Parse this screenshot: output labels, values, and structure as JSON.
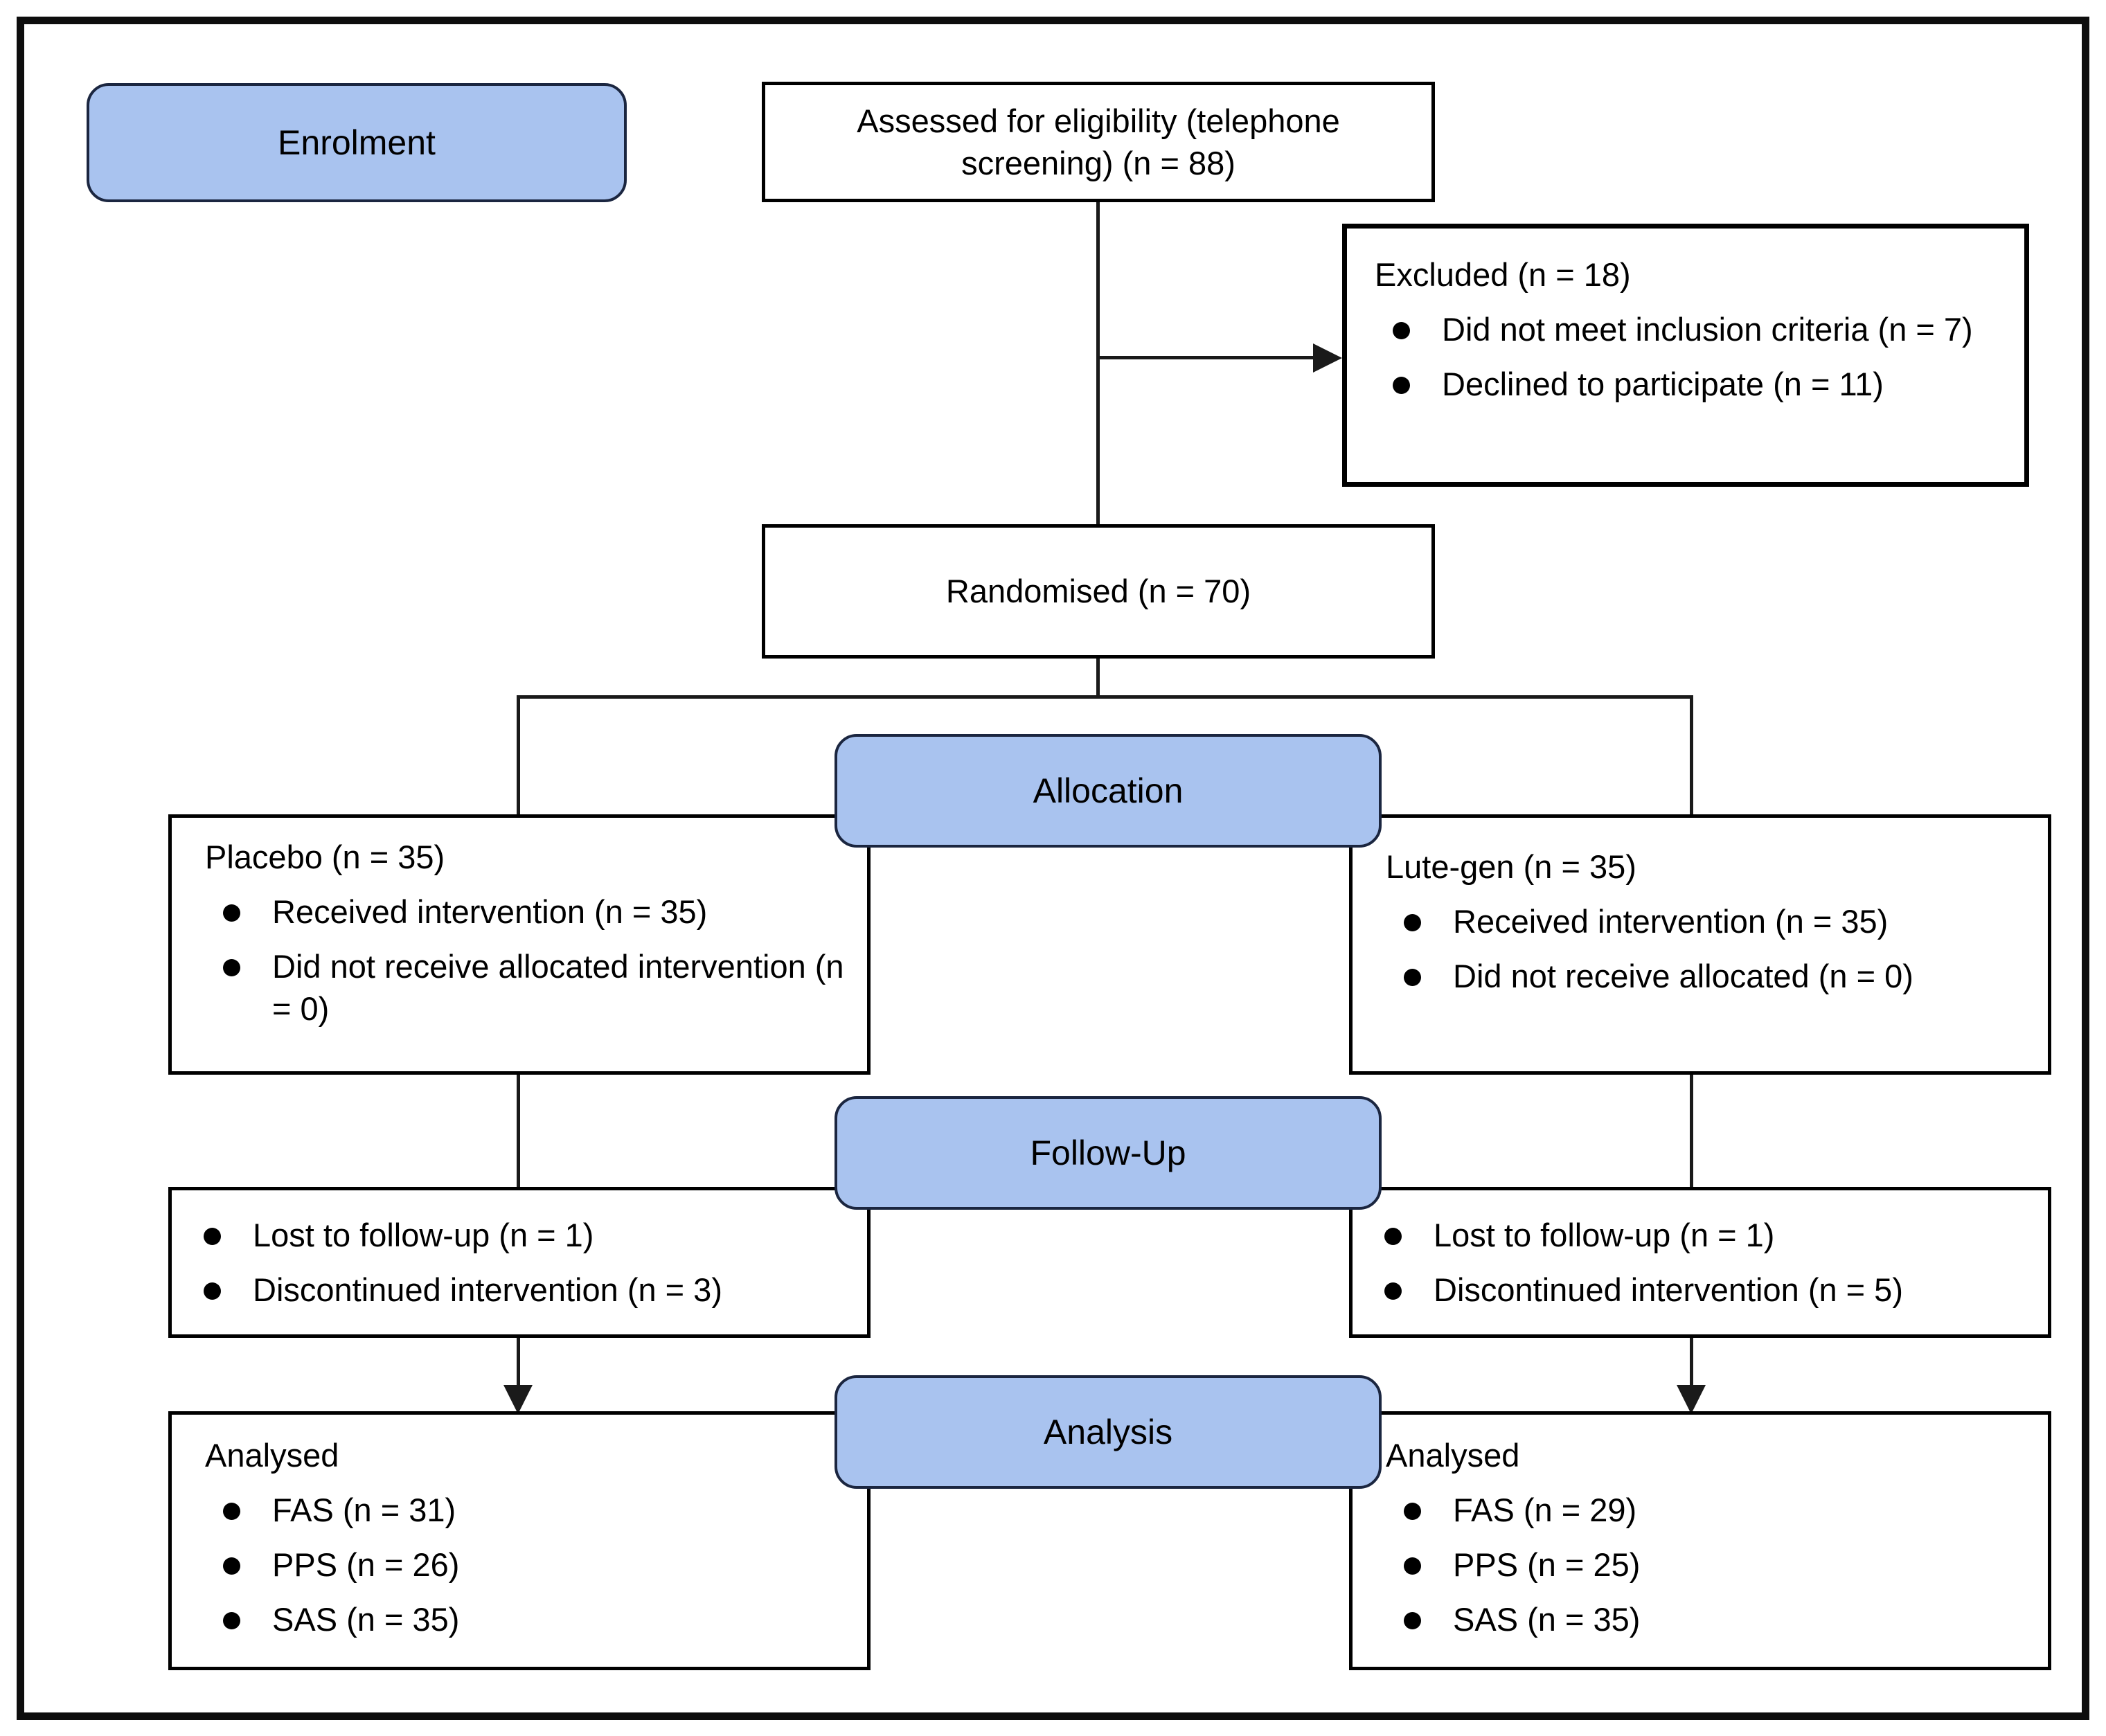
{
  "stages": {
    "enrolment": "Enrolment",
    "allocation": "Allocation",
    "follow_up": "Follow-Up",
    "analysis": "Analysis"
  },
  "boxes": {
    "assessed": {
      "text": "Assessed for eligibility (telephone screening) (n = 88)"
    },
    "excluded": {
      "title": "Excluded (n = 18)",
      "bullets": [
        "Did not meet inclusion criteria (n = 7)",
        "Declined to participate (n = 11)"
      ]
    },
    "randomised": {
      "text": "Randomised (n = 70)"
    },
    "allocation_placebo": {
      "title": "Placebo (n = 35)",
      "bullets": [
        "Received intervention (n = 35)",
        "Did not receive allocated intervention (n = 0)"
      ]
    },
    "allocation_lutegen": {
      "title": "Lute-gen (n = 35)",
      "bullets": [
        "Received intervention (n = 35)",
        "Did not receive allocated (n = 0)"
      ]
    },
    "followup_placebo": {
      "bullets": [
        "Lost to follow-up (n = 1)",
        "Discontinued intervention (n = 3)"
      ]
    },
    "followup_lutegen": {
      "bullets": [
        "Lost to follow-up (n = 1)",
        "Discontinued intervention (n = 5)"
      ]
    },
    "analysis_placebo": {
      "title": "Analysed",
      "bullets": [
        "FAS (n = 31)",
        "PPS (n = 26)",
        "SAS (n = 35)"
      ]
    },
    "analysis_lutegen": {
      "title": "Analysed",
      "bullets": [
        "FAS (n = 29)",
        "PPS (n = 25)",
        "SAS (n = 35)"
      ]
    }
  },
  "colors": {
    "stage_fill": "#a9c3ef",
    "stage_border": "#1b2640",
    "box_border": "#000000",
    "connector": "#1a1a1a"
  }
}
